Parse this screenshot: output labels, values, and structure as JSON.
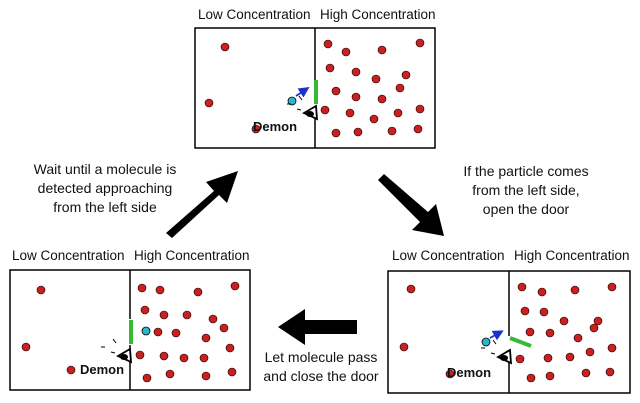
{
  "panels": {
    "top": {
      "left_label": "Low Concentration",
      "right_label": "High Concentration",
      "demon_label": "Demon"
    },
    "right": {
      "left_label": "Low Concentration",
      "right_label": "High Concentration",
      "demon_label": "Demon"
    },
    "left": {
      "left_label": "Low Concentration",
      "right_label": "High Concentration",
      "demon_label": "Demon"
    }
  },
  "steps": {
    "wait": [
      "Wait until a molecule is",
      "detected approaching",
      "from the left side"
    ],
    "open": [
      "If the particle comes",
      "from the left side,",
      "open the door"
    ],
    "pass": [
      "Let molecule pass",
      "and close the door"
    ]
  },
  "colors": {
    "molecule": "#cc1f1f",
    "tracked_molecule": "#29b8cc",
    "door": "#33bb33",
    "arrow": "#000000",
    "direction_arrow": "#1f2fcc"
  }
}
